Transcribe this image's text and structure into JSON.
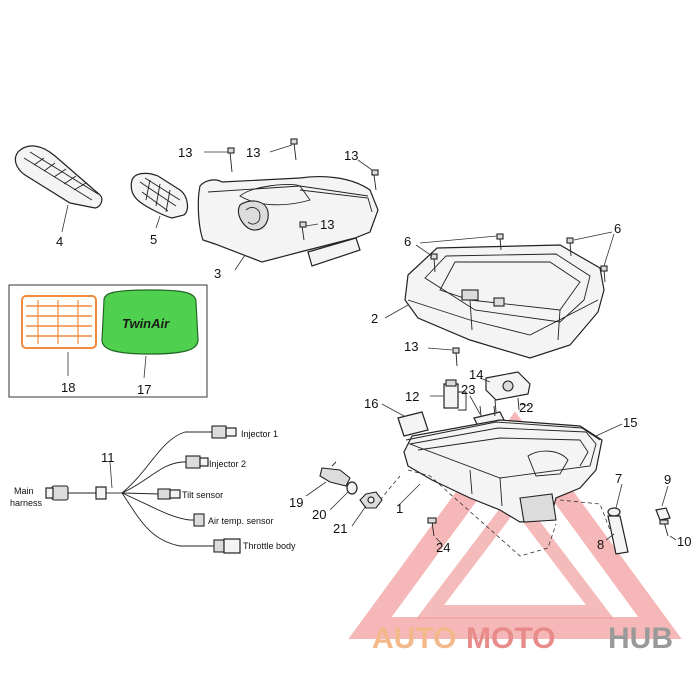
{
  "callouts": {
    "c1": "1",
    "c2": "2",
    "c3": "3",
    "c4": "4",
    "c5": "5",
    "c6a": "6",
    "c6b": "6",
    "c7": "7",
    "c8": "8",
    "c9": "9",
    "c10": "10",
    "c11": "11",
    "c12": "12",
    "c13a": "13",
    "c13b": "13",
    "c13c": "13",
    "c13d": "13",
    "c13e": "13",
    "c14": "14",
    "c15": "15",
    "c16": "16",
    "c17": "17",
    "c18": "18",
    "c19": "19",
    "c20": "20",
    "c21": "21",
    "c22": "22",
    "c23": "23",
    "c24": "24"
  },
  "harness_labels": {
    "main_line1": "Main",
    "main_line2": "harness",
    "injector1": "Injector 1",
    "injector2": "Injector 2",
    "tilt": "Tilt sensor",
    "air_temp": "Air temp. sensor",
    "throttle": "Throttle body"
  },
  "filter_brand": "TwinAir",
  "watermark": {
    "part1": "AUTO",
    "part2": "MOTO",
    "part3": "HUB",
    "color_light": "#f3b98a",
    "color_mid": "#e88b8b",
    "color_dark": "#9a9a9a"
  },
  "colors": {
    "filter_green": "#4fd04f",
    "filter_orange": "#f08a3c"
  }
}
